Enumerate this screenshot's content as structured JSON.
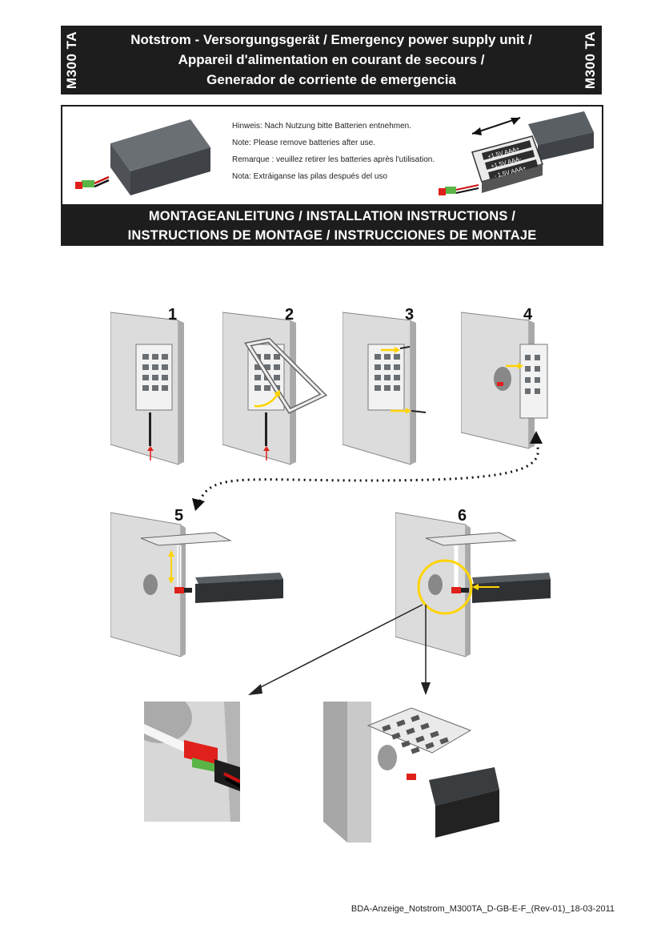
{
  "header": {
    "side_label": "M300 TA",
    "title_lines": [
      "Notstrom - Versorgungsgerät / Emergency power supply unit /",
      "Appareil d'alimentation en courant de secours /",
      "Generador de corriente de emergencia"
    ]
  },
  "notes": [
    "Hinweis: Nach Nutzung bitte Batterien entnehmen.",
    "Note: Please remove batteries after use.",
    "Remarque : veuillez retirer les batteries après l'utilisation.",
    "Nota: Extráiganse las pilas después del uso"
  ],
  "battery_labels": [
    "+1,5V AAA+",
    "+1,5V AAA-",
    "- 1,5V AAA+"
  ],
  "install": {
    "lines": [
      "MONTAGEANLEITUNG / INSTALLATION INSTRUCTIONS /",
      "INSTRUCTIONS DE MONTAGE / INSTRUCCIONES DE MONTAJE"
    ]
  },
  "steps": [
    "1",
    "2",
    "3",
    "4",
    "5",
    "6"
  ],
  "footer": "BDA-Anzeige_Notstrom_M300TA_D-GB-E-F_(Rev-01)_18-03-2011",
  "colors": {
    "band": "#1d1d1d",
    "accent_yellow": "#ffd400",
    "arrow_red": "#e0201a",
    "plug_green": "#5ab546"
  }
}
